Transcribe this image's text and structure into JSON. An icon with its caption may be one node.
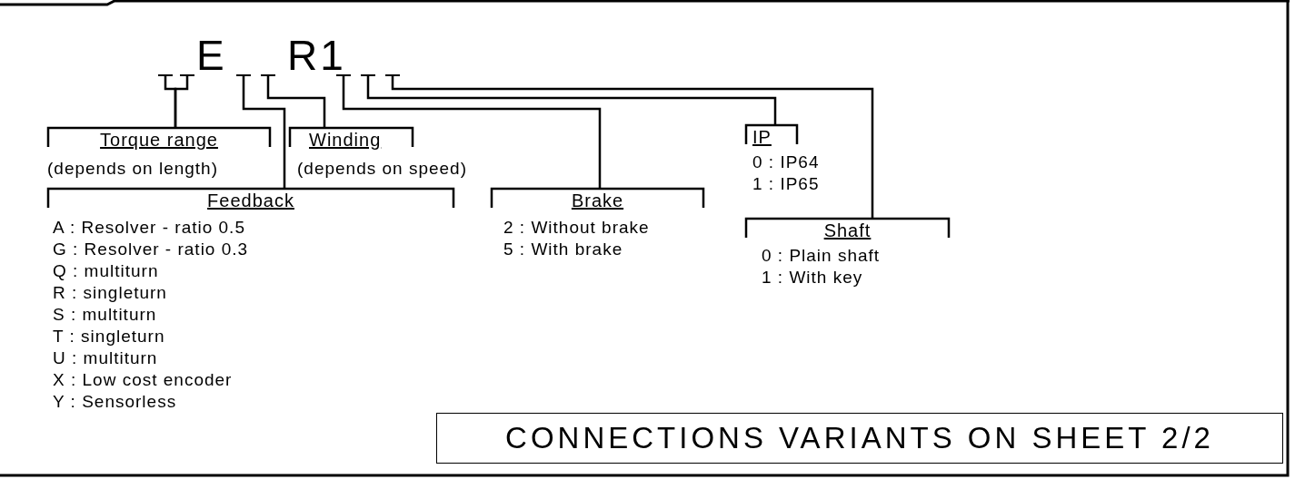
{
  "diagram": {
    "nodes": [
      {
        "text": [],
        "shape": "bar"
      },
      {
        "text": [],
        "shape": "bar"
      },
      {
        "text": [],
        "shape": "bar"
      },
      {
        "text": [],
        "shape": "bar"
      },
      {
        "text": [],
        "shape": "bar"
      },
      {
        "text": [],
        "shape": "bar"
      },
      {
        "text": [],
        "shape": "bar"
      },
      {
        "text": [
          "Torque range",
          "(depends on length)"
        ]
      },
      {
        "text": [
          "Winding",
          "(depends on speed)"
        ]
      },
      {
        "text": [
          "Feedback",
          "A : Resolver - ratio 0.5",
          "G : Resolver - ratio 0.3",
          "Q : multiturn",
          "R : singleturn",
          "S : multiturn",
          "T : singleturn",
          "U : multiturn",
          "X : Low cost encoder",
          "Y : Sensorless"
        ]
      },
      {
        "text": [
          "Brake",
          "2 : Without brake",
          "5 : With brake"
        ]
      },
      {
        "text": [
          "IP",
          "0 : IP64",
          "1 : IP65"
        ]
      },
      {
        "text": [
          "Shaft",
          "0 : Plain shaft",
          "1 : With key"
        ]
      },
      {
        "text": [
          "CONNECTIONS VARIANTS ON SHEET 2/2"
        ]
      }
    ],
    "edges": [
      {
        "from": 0,
        "to": 7,
        "arrow": "none"
      },
      {
        "from": 1,
        "to": 7,
        "arrow": "none"
      },
      {
        "from": 2,
        "to": 9,
        "arrow": "none"
      },
      {
        "from": 3,
        "to": 8,
        "arrow": "none"
      },
      {
        "from": 4,
        "to": 10,
        "arrow": "none"
      },
      {
        "from": 5,
        "to": 11,
        "arrow": "none"
      },
      {
        "from": 6,
        "to": 12,
        "arrow": "none"
      }
    ],
    "labels": [
      "E",
      "R1"
    ]
  }
}
